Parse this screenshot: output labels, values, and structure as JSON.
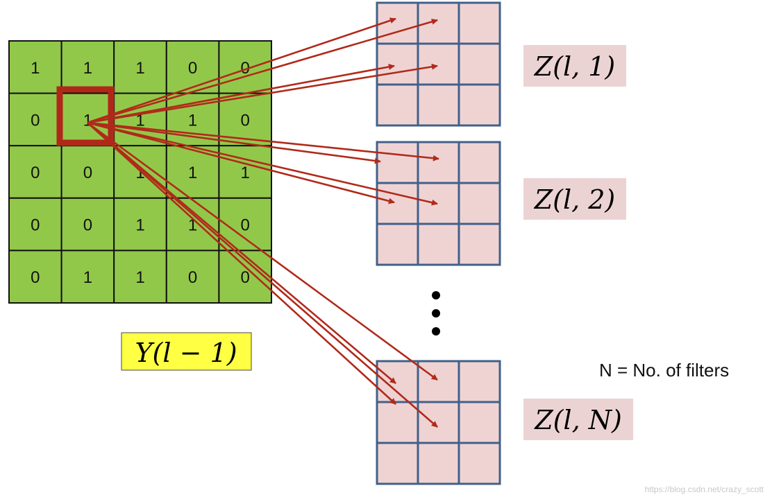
{
  "colors": {
    "input_fill": "#92c84a",
    "grid_line": "#111111",
    "output_fill": "#efd3d3",
    "output_line": "#41608a",
    "arrow": "#b02a1a",
    "receptive_field": "#b0281a",
    "label_input_bg": "#ffff44",
    "label_output_bg": "#ecd3d3"
  },
  "input_grid": {
    "cells": [
      [
        "1",
        "1",
        "1",
        "0",
        "0"
      ],
      [
        "0",
        "1",
        "1",
        "1",
        "0"
      ],
      [
        "0",
        "0",
        "1",
        "1",
        "1"
      ],
      [
        "0",
        "0",
        "1",
        "1",
        "0"
      ],
      [
        "0",
        "1",
        "1",
        "0",
        "0"
      ]
    ],
    "label": "Y(l − 1)"
  },
  "outputs": [
    {
      "label": "Z(l, 1)"
    },
    {
      "label": "Z(l, 2)"
    },
    {
      "label": "Z(l, N)"
    }
  ],
  "ellipsis": "⋮",
  "note": "N = No. of filters",
  "watermark": "https://blog.csdn.net/crazy_scott"
}
